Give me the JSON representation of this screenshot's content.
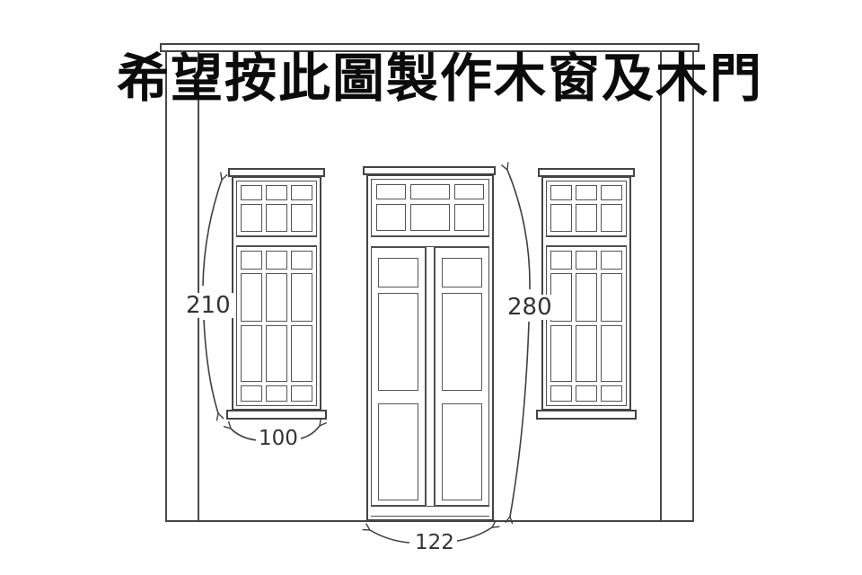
{
  "title": {
    "text": "希望按此圖製作木窗及木門"
  },
  "dimensions": {
    "window_height": "210",
    "window_width": "100",
    "door_height": "280",
    "door_width": "122"
  },
  "colors": {
    "background": "#ffffff",
    "line": "#444444",
    "title_text": "#0b0b0b",
    "dimension_text": "#333333"
  }
}
